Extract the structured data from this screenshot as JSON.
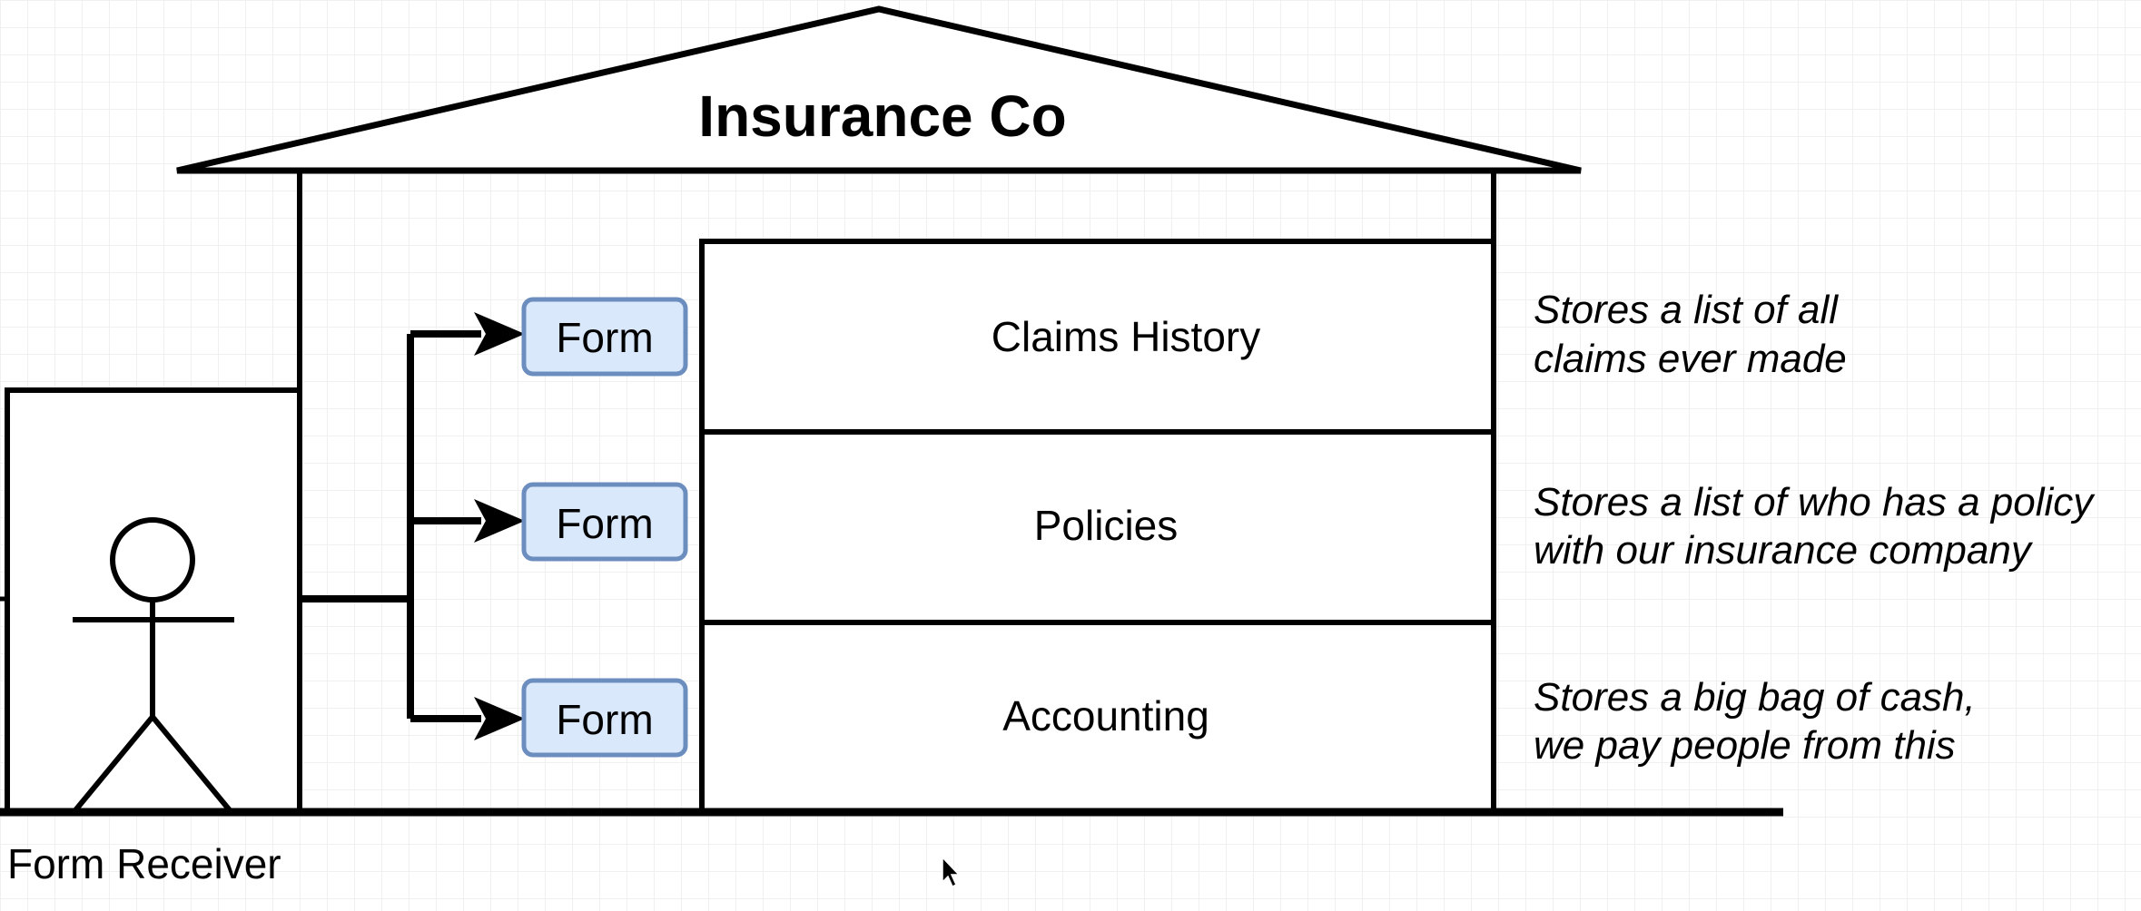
{
  "title": "Insurance Co",
  "departments": [
    {
      "name": "Claims History",
      "note_line1": "Stores a list of all",
      "note_line2": "claims ever made"
    },
    {
      "name": "Policies",
      "note_line1": "Stores a list of who has a policy",
      "note_line2": "with our insurance company"
    },
    {
      "name": "Accounting",
      "note_line1": "Stores a big bag of cash,",
      "note_line2": "we pay people from this"
    }
  ],
  "forms": [
    {
      "label": "Form"
    },
    {
      "label": "Form"
    },
    {
      "label": "Form"
    }
  ],
  "actor": {
    "label": "Form Receiver"
  },
  "colors": {
    "stroke": "#000000",
    "form_fill": "#dae8fc",
    "form_border": "#6c8ebf",
    "grid": "#f0f0f0"
  }
}
